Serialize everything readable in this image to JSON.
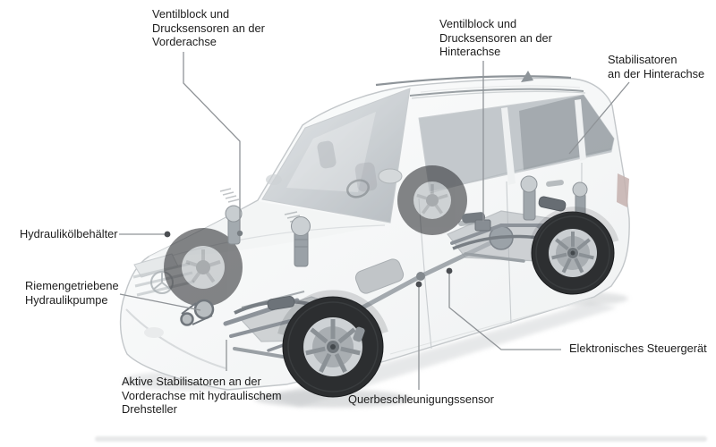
{
  "figure": {
    "type": "labeled technical cutaway diagram",
    "subject": "SUV with ghosted body showing hydraulic active-suspension system components",
    "background_color": "#ffffff",
    "leader_line_color": "#8f9397",
    "pointer_dot_color": "#4b4e52",
    "text_color": "#1c1c1c"
  },
  "labels": {
    "valve_block_front": "Ventilblock und\nDrucksensoren an der\nVorderachse",
    "valve_block_rear": "Ventilblock und\nDrucksensoren an der\nHinterachse",
    "stabilizers_rear": "Stabilisatoren\nan der Hinterachse",
    "hydraulic_oil_reservoir": "Hydraulikölbehälter",
    "belt_driven_pump": "Riemengetriebene\nHydraulikpumpe",
    "active_stabilizers_front": "Aktive Stabilisatoren an der\nVorderachse mit hydraulischem\nDrehsteller",
    "lateral_acceleration_sensor": "Querbeschleunigungssensor",
    "electronic_control_unit": "Elektronisches Steuergerät"
  }
}
